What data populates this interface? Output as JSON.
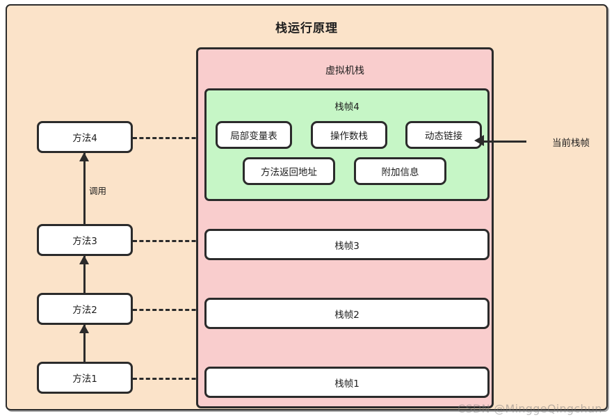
{
  "diagram": {
    "title": "栈运行原理",
    "colors": {
      "outer_background": "#fbe3c9",
      "vm_stack_background": "#f9cdcd",
      "current_frame_background": "#c6f6c6",
      "box_background": "#ffffff",
      "stroke": "#2b2b2b"
    }
  },
  "vm_stack": {
    "title": "虚拟机栈"
  },
  "current_frame": {
    "title": "栈帧4",
    "components_row1": [
      {
        "label": "局部变量表"
      },
      {
        "label": "操作数栈"
      },
      {
        "label": "动态链接"
      }
    ],
    "components_row2": [
      {
        "label": "方法返回地址"
      },
      {
        "label": "附加信息"
      }
    ]
  },
  "stack_frames": [
    {
      "label": "栈帧3"
    },
    {
      "label": "栈帧2"
    },
    {
      "label": "栈帧1"
    }
  ],
  "methods": [
    {
      "label": "方法4"
    },
    {
      "label": "方法3"
    },
    {
      "label": "方法2"
    },
    {
      "label": "方法1"
    }
  ],
  "call_labels": [
    {
      "label": "调用"
    }
  ],
  "pointer": {
    "label": "当前栈帧"
  },
  "watermark": {
    "text": "CSDN @MinggeQingchun"
  }
}
